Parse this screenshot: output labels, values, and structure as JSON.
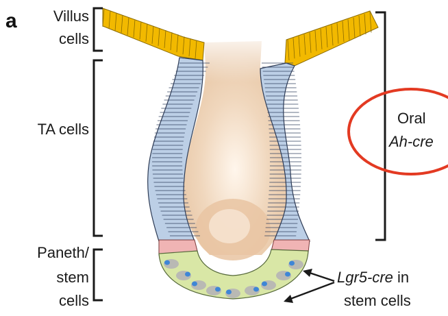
{
  "panel": {
    "letter": "a"
  },
  "labels": {
    "villus": [
      "Villus",
      "cells"
    ],
    "ta": "TA cells",
    "paneth": [
      "Paneth/",
      "stem",
      "cells"
    ],
    "oral": [
      "Oral",
      "Ah-cre"
    ],
    "lgr5": {
      "gene": "Lgr5-cre",
      "suffix": " in",
      "line2": "stem cells"
    }
  },
  "colors": {
    "villus_cells": "#f2b900",
    "ta_cells": "#b9cde6",
    "paneth_cells": "#f0b4b4",
    "stem_cells": "#d9e7a6",
    "nucleus": "#3f86d6",
    "lumen": "#f2e3d0",
    "bracket": "#1a1a1a",
    "highlight_circle": "#e33a22"
  }
}
